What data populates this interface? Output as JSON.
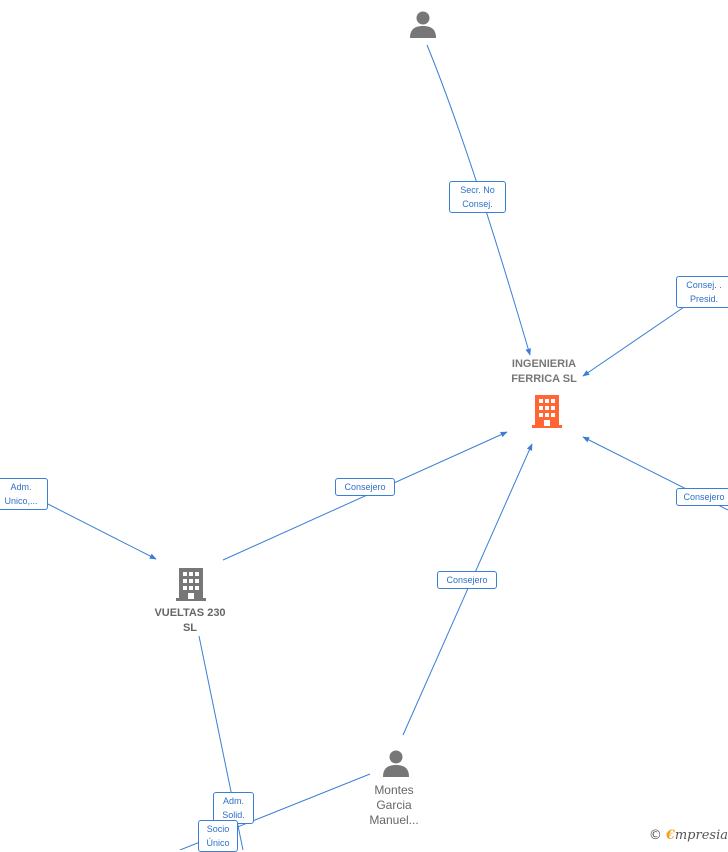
{
  "colors": {
    "edge": "#3b7fd4",
    "main_company": "#ff6633",
    "company": "#777777",
    "person": "#777777"
  },
  "nodes": {
    "main_company": {
      "label_line1": "INGENIERIA",
      "label_line2": "FERRICA  SL",
      "icon": "building-icon"
    },
    "company_vueltas": {
      "label_line1": "VUELTAS 230",
      "label_line2": "SL",
      "icon": "building-icon"
    },
    "person_top": {
      "icon": "person-icon"
    },
    "person_montes": {
      "label_line1": "Montes",
      "label_line2": "Garcia",
      "label_line3": "Manuel...",
      "icon": "person-icon"
    }
  },
  "edges": {
    "secr_no_consej": {
      "line1": "Secr.  No",
      "line2": "Consej."
    },
    "consej_presid": {
      "line1": "Consej. .",
      "line2": "Presid."
    },
    "consejero_right": {
      "line1": "Consejero"
    },
    "consejero_vueltas": {
      "line1": "Consejero"
    },
    "consejero_montes": {
      "line1": "Consejero"
    },
    "adm_unico": {
      "line1": "Adm.",
      "line2": "Unico,..."
    },
    "adm_solid": {
      "line1": "Adm.",
      "line2": "Solid."
    },
    "socio_unico": {
      "line1": "Socio",
      "line2": "Único"
    }
  },
  "brand": {
    "copyright": "©",
    "e": "€",
    "rest": "mpresia"
  }
}
